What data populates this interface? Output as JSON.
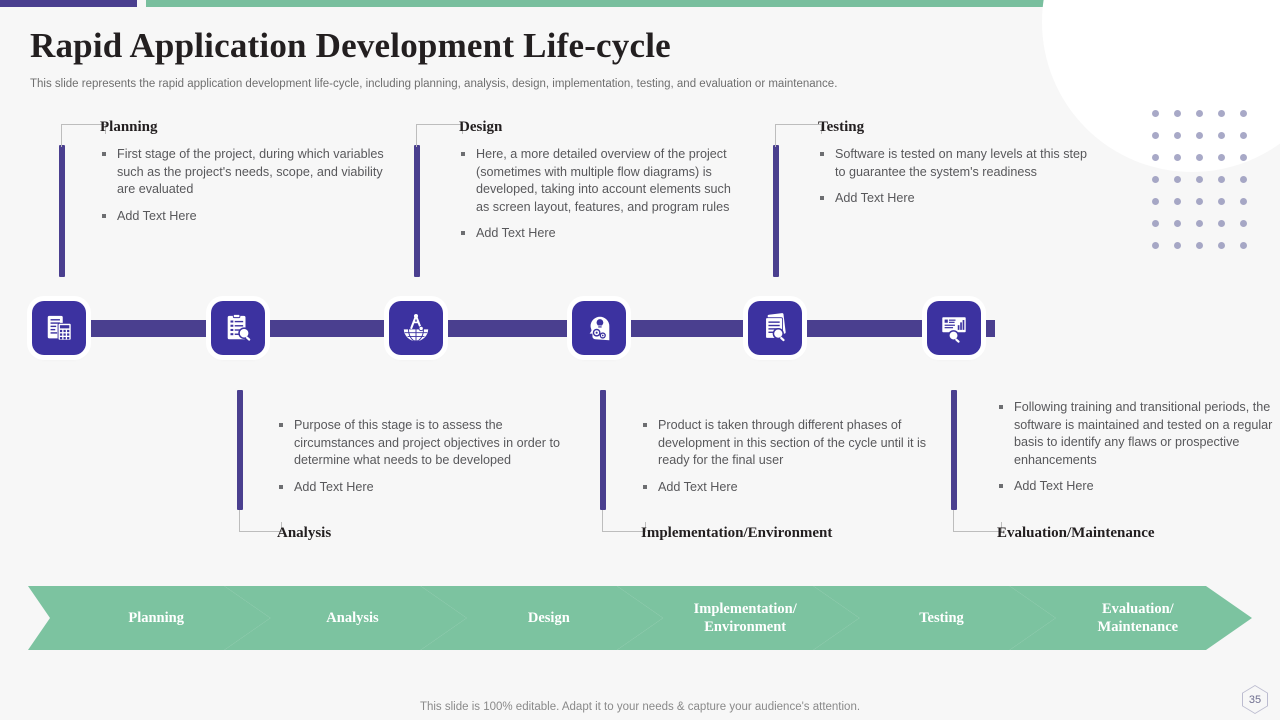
{
  "header": {
    "title": "Rapid Application Development Life-cycle",
    "subtitle": "This slide represents the rapid application development life-cycle, including planning, analysis, design, implementation, testing, and evaluation or maintenance."
  },
  "colors": {
    "purple": "#4a3f8f",
    "node_purple": "#3c32a0",
    "green": "#79bf9e",
    "chevron_green": "#7cc3a0",
    "background": "#f7f7f7",
    "dot_gray": "#8b8cb4",
    "body_text": "#58585b",
    "heading_text": "#231f20"
  },
  "nodes": [
    {
      "icon": "document-calculator-icon",
      "stage": "Planning"
    },
    {
      "icon": "clipboard-magnifier-icon",
      "stage": "Analysis"
    },
    {
      "icon": "compass-globe-icon",
      "stage": "Design"
    },
    {
      "icon": "head-gear-bulb-icon",
      "stage": "Implementation/Environment"
    },
    {
      "icon": "documents-magnifier-icon",
      "stage": "Testing"
    },
    {
      "icon": "presentation-magnifier-icon",
      "stage": "Evaluation/Maintenance"
    }
  ],
  "callouts": {
    "top": [
      {
        "heading": "Planning",
        "bullets": [
          "First stage of the project, during which variables such as the project's needs, scope, and viability are evaluated",
          "Add Text Here"
        ]
      },
      {
        "heading": "Design",
        "bullets": [
          "Here, a more detailed overview of the project (sometimes with multiple flow diagrams) is developed, taking into account elements such as screen layout, features, and program rules",
          "Add Text Here"
        ]
      },
      {
        "heading": "Testing",
        "bullets": [
          "Software is tested on many levels at this step to guarantee the system's readiness",
          "Add Text Here"
        ]
      }
    ],
    "bottom": [
      {
        "heading": "Analysis",
        "bullets": [
          "Purpose of this stage is to assess the circumstances and project objectives in order to determine what needs to be developed",
          "Add Text Here"
        ]
      },
      {
        "heading": "Implementation/Environment",
        "bullets": [
          "Product is taken through different phases of development in this section of the cycle until it is ready for the final user",
          "Add Text Here"
        ]
      },
      {
        "heading": "Evaluation/Maintenance",
        "bullets": [
          "Following training and transitional periods, the software is maintained and tested on a regular basis to identify any flaws or prospective enhancements",
          "Add Text Here"
        ]
      }
    ]
  },
  "chevrons": [
    {
      "line1": "Planning",
      "line2": ""
    },
    {
      "line1": "Analysis",
      "line2": ""
    },
    {
      "line1": "Design",
      "line2": ""
    },
    {
      "line1": "Implementation/",
      "line2": "Environment"
    },
    {
      "line1": "Testing",
      "line2": ""
    },
    {
      "line1": "Evaluation/",
      "line2": "Maintenance"
    }
  ],
  "footer": {
    "note": "This slide is 100% editable. Adapt it to your needs & capture your audience's attention.",
    "page_number": "35"
  }
}
